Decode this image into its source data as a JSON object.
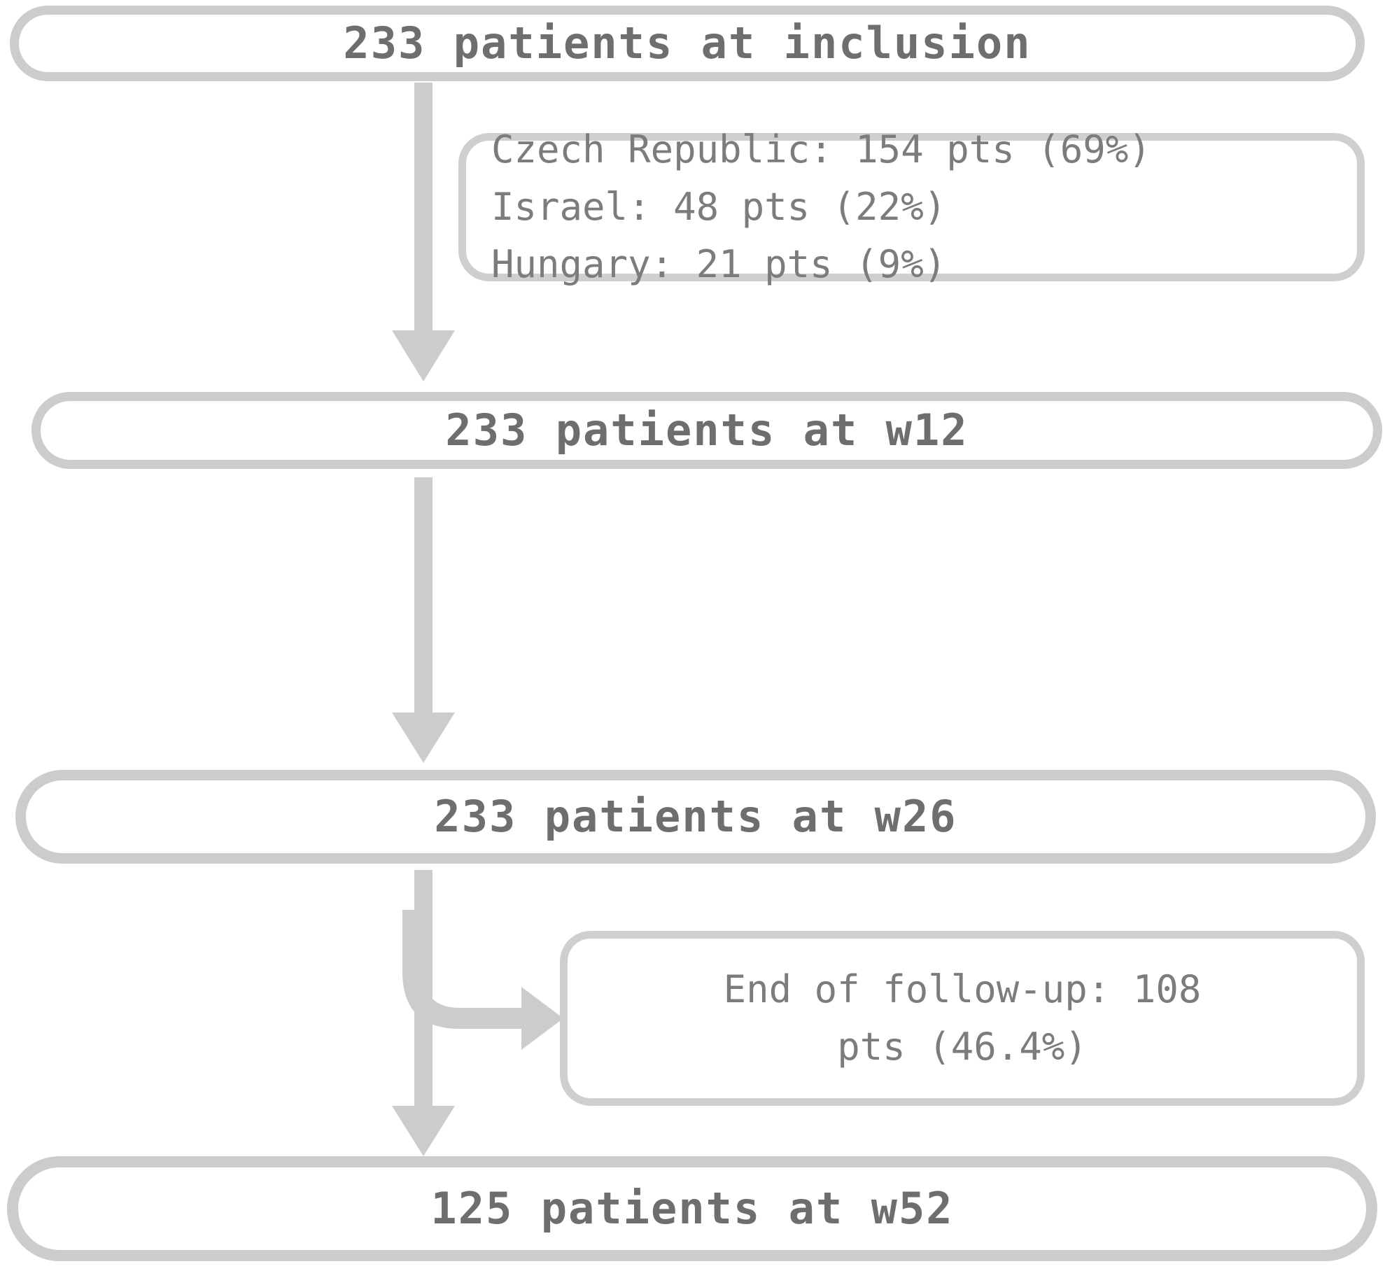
{
  "diagram": {
    "type": "flowchart",
    "orientation": "top-to-bottom",
    "title_present": false,
    "colors": {
      "box_border": "#cccccc",
      "side_box_border": "#cfcfcf",
      "arrow": "#cccccc",
      "stage_text": "#6e6e6e",
      "side_text": "#7c7c7c",
      "background": "#ffffff"
    },
    "nodes": {
      "inclusion": {
        "label": "233 patients at inclusion",
        "count": 233,
        "timepoint": "inclusion"
      },
      "w12": {
        "label": "233 patients at w12",
        "count": 233,
        "timepoint": "w12"
      },
      "w26": {
        "label": "233 patients at w26",
        "count": 233,
        "timepoint": "w26"
      },
      "w52": {
        "label": "125 patients at w52",
        "count": 125,
        "timepoint": "w52"
      }
    },
    "side_boxes": {
      "countries": {
        "lines": [
          "Czech Republic: 154 pts (69%)",
          "Israel: 48 pts (22%)",
          "Hungary: 21 pts (9%)"
        ],
        "entries": [
          {
            "country": "Czech Republic",
            "pts": 154,
            "percent": "69%"
          },
          {
            "country": "Israel",
            "pts": 48,
            "percent": "22%"
          },
          {
            "country": "Hungary",
            "pts": 21,
            "percent": "9%"
          }
        ]
      },
      "dropout": {
        "lines": [
          "End of follow-up: 108",
          "pts (46.4%)"
        ],
        "label": "End of follow-up",
        "pts": 108,
        "percent": "46.4%"
      }
    },
    "edges": [
      {
        "from": "inclusion",
        "to": "w12",
        "style": "straight-down-arrow"
      },
      {
        "from": "w12",
        "to": "w26",
        "style": "straight-down-arrow"
      },
      {
        "from": "w26",
        "to": "w52",
        "style": "straight-down-arrow"
      },
      {
        "from": "w26",
        "to": "dropout",
        "style": "branch-right-arrow"
      }
    ]
  }
}
